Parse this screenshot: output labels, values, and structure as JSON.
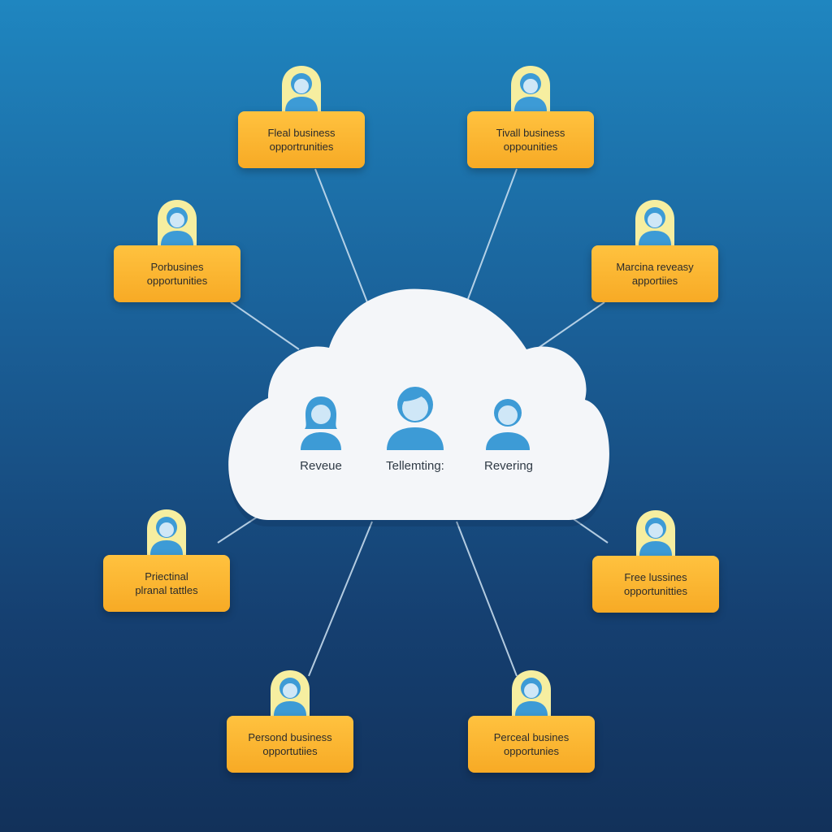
{
  "colors": {
    "card": "#f9b52f",
    "avatar_blue": "#3d9bd6",
    "avatar_ring": "#f6eea0",
    "cloud": "#f4f6f9",
    "connector": "#cfe3f3"
  },
  "center": {
    "items": [
      {
        "label": "Reveue",
        "icon": "user-female-icon"
      },
      {
        "label": "Tellemting:",
        "icon": "user-icon"
      },
      {
        "label": "Revering",
        "icon": "user-icon"
      }
    ]
  },
  "nodes": [
    {
      "label": "Fleal business\nopportrunities",
      "icon": "user-icon"
    },
    {
      "label": "Tivall business\noppounities",
      "icon": "user-icon"
    },
    {
      "label": "Porbusines\nopportunities",
      "icon": "user-icon"
    },
    {
      "label": "Marcina reveasy\napportiies",
      "icon": "user-icon"
    },
    {
      "label": "Priectinal\nplranal tattles",
      "icon": "user-icon"
    },
    {
      "label": "Free lussines\nopportunitties",
      "icon": "user-icon"
    },
    {
      "label": "Persond business\nopportutiies",
      "icon": "user-icon"
    },
    {
      "label": "Perceal busines\nopportunies",
      "icon": "user-icon"
    }
  ]
}
